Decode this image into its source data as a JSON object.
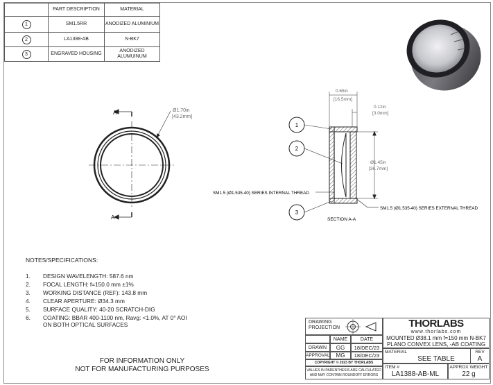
{
  "bom": {
    "headers": [
      "PART DESCRIPTION",
      "MATERIAL"
    ],
    "rows": [
      {
        "num": "1",
        "desc": "SM1.5RR",
        "material": "ANODIZED ALUMINIUM"
      },
      {
        "num": "2",
        "desc": "LA1388-AB",
        "material": "N-BK7"
      },
      {
        "num": "3",
        "desc": "ENGRAVED HOUSING",
        "material": "ANODIZED ALUMUINUM"
      }
    ]
  },
  "front_view": {
    "section_label_top": "A",
    "section_label_bottom": "A",
    "diameter_in": "Ø1.70in",
    "diameter_mm": "[43.2mm]"
  },
  "section_view": {
    "width_in": "0.65in",
    "width_mm": "[16.5mm]",
    "lip_in": "0.12in",
    "lip_mm": "[3.0mm]",
    "aperture_in": "Ø1.45in",
    "aperture_mm": "[36.7mm]",
    "callouts": [
      "1",
      "2",
      "3"
    ],
    "internal_thread": "SM1.5 (Ø1.535-40) SERIES INTERNAL THREAD",
    "external_thread": "SM1.5 (Ø1.535-40) SERIES EXTERNAL THREAD",
    "caption": "SECTION A-A"
  },
  "notes": {
    "title": "NOTES/SPECIFICATIONS:",
    "items": [
      {
        "n": "1.",
        "text": "DESIGN WAVELENGTH: 587.6 nm"
      },
      {
        "n": "2.",
        "text": "FOCAL LENGTH: f=150.0 mm ±1%"
      },
      {
        "n": "3.",
        "text": "WORKING DISTANCE (REF): 143.8 mm"
      },
      {
        "n": "4.",
        "text": "CLEAR APERTURE: Ø34.3 mm"
      },
      {
        "n": "5.",
        "text": "SURFACE QUALITY: 40-20 SCRATCH-DIG"
      },
      {
        "n": "6.",
        "text": "COATING: BBAR 400-1100 nm, Ravg: <1.0%, AT 0° AOI"
      },
      {
        "n": "",
        "text": "ON BOTH OPTICAL SURFACES"
      }
    ]
  },
  "footer": {
    "line1": "FOR INFORMATION ONLY",
    "line2": "NOT FOR MANUFACTURING PURPOSES"
  },
  "title_block": {
    "projection_label": "DRAWING PROJECTION",
    "brand": "THORLABS",
    "website": "www.thorlabs.com",
    "description_1": "MOUNTED Ø38.1 mm f=150 mm N-BK7",
    "description_2": "PLANO CONVEX LENS, -AB COATING",
    "col_name": "NAME",
    "col_date": "DATE",
    "drawn_label": "DRAWN",
    "drawn_name": "GG",
    "drawn_date": "18/DEC/23",
    "approval_label": "APPROVAL",
    "approval_name": "MG",
    "approval_date": "18/DEC/23",
    "copyright": "COPYRIGHT © 2023 BY THORLABS",
    "disclaimer_1": "VALUES IN PARENTHESIS ARE CALCULATED",
    "disclaimer_2": "AND MAY CONTAIN ROUNDOFF ERRORS",
    "material_label": "MATERIAL",
    "material_value": "SEE TABLE",
    "item_label": "ITEM #",
    "item_value": "LA1388-AB-ML",
    "weight_label": "APPROX WEIGHT",
    "weight_value": "22 g",
    "rev_label": "REV",
    "rev_value": "A"
  }
}
